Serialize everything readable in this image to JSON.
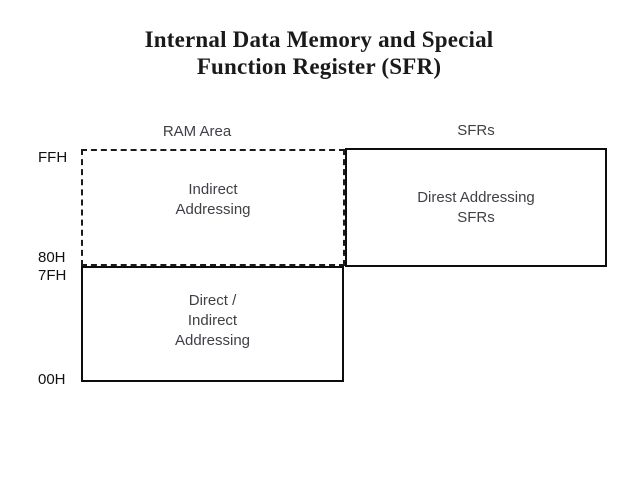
{
  "slide": {
    "title_lines": [
      "Internal Data Memory and Special",
      "Function Register (SFR)"
    ]
  },
  "diagram": {
    "column_headers": {
      "ram": "RAM Area",
      "sfr": "SFRs"
    },
    "address_labels": {
      "top": "FFH",
      "upper_boundary": "80H",
      "lower_boundary": "7FH",
      "bottom": "00H"
    },
    "boxes": [
      {
        "id": "indirect",
        "column": "RAM Area",
        "border_style": "dashed",
        "range": "80H-FFH",
        "lines": [
          "Indirect",
          "Addressing"
        ]
      },
      {
        "id": "sfr",
        "column": "SFRs",
        "border_style": "solid",
        "range": "80H-FFH",
        "lines": [
          "Direst Addressing",
          "SFRs"
        ]
      },
      {
        "id": "direct",
        "column": "RAM Area",
        "border_style": "solid",
        "range": "00H-7FH",
        "lines": [
          "Direct /",
          "Indirect",
          "Addressing"
        ]
      }
    ]
  },
  "colors": {
    "background": "#ffffff",
    "title_text": "#1a1a1a",
    "label_text": "#3f3f46",
    "address_text": "#111111",
    "box_border": "#0d0d0d"
  }
}
